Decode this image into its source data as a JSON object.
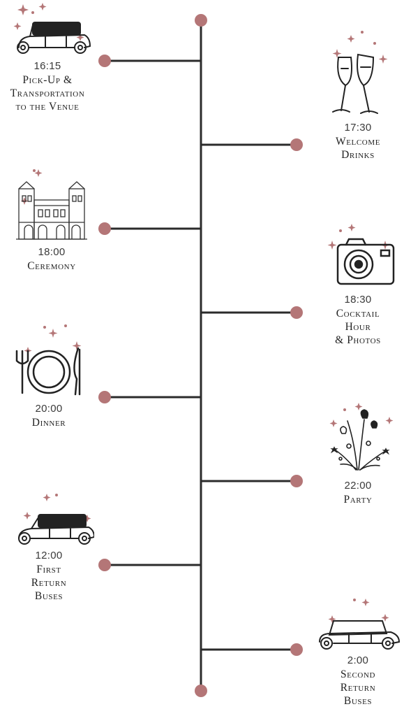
{
  "colors": {
    "accent": "#b47677",
    "line": "#2b2b2b",
    "ink": "#222222"
  },
  "events": [
    {
      "time": "16:15",
      "title": "Pick-Up &\nTransportation\nto the Venue",
      "icon": "vintage-car-icon"
    },
    {
      "time": "17:30",
      "title": "Welcome\nDrinks",
      "icon": "champagne-glasses-icon"
    },
    {
      "time": "18:00",
      "title": "Ceremony",
      "icon": "venue-building-icon"
    },
    {
      "time": "18:30",
      "title": "Cocktail\nHour\n& Photos",
      "icon": "camera-icon"
    },
    {
      "time": "20:00",
      "title": "Dinner",
      "icon": "plate-cutlery-icon"
    },
    {
      "time": "22:00",
      "title": "Party",
      "icon": "fireworks-icon"
    },
    {
      "time": "12:00",
      "title": "First\nReturn\nBuses",
      "icon": "vintage-car-icon"
    },
    {
      "time": "2:00",
      "title": "Second\nReturn\nBuses",
      "icon": "vintage-car-icon"
    }
  ]
}
